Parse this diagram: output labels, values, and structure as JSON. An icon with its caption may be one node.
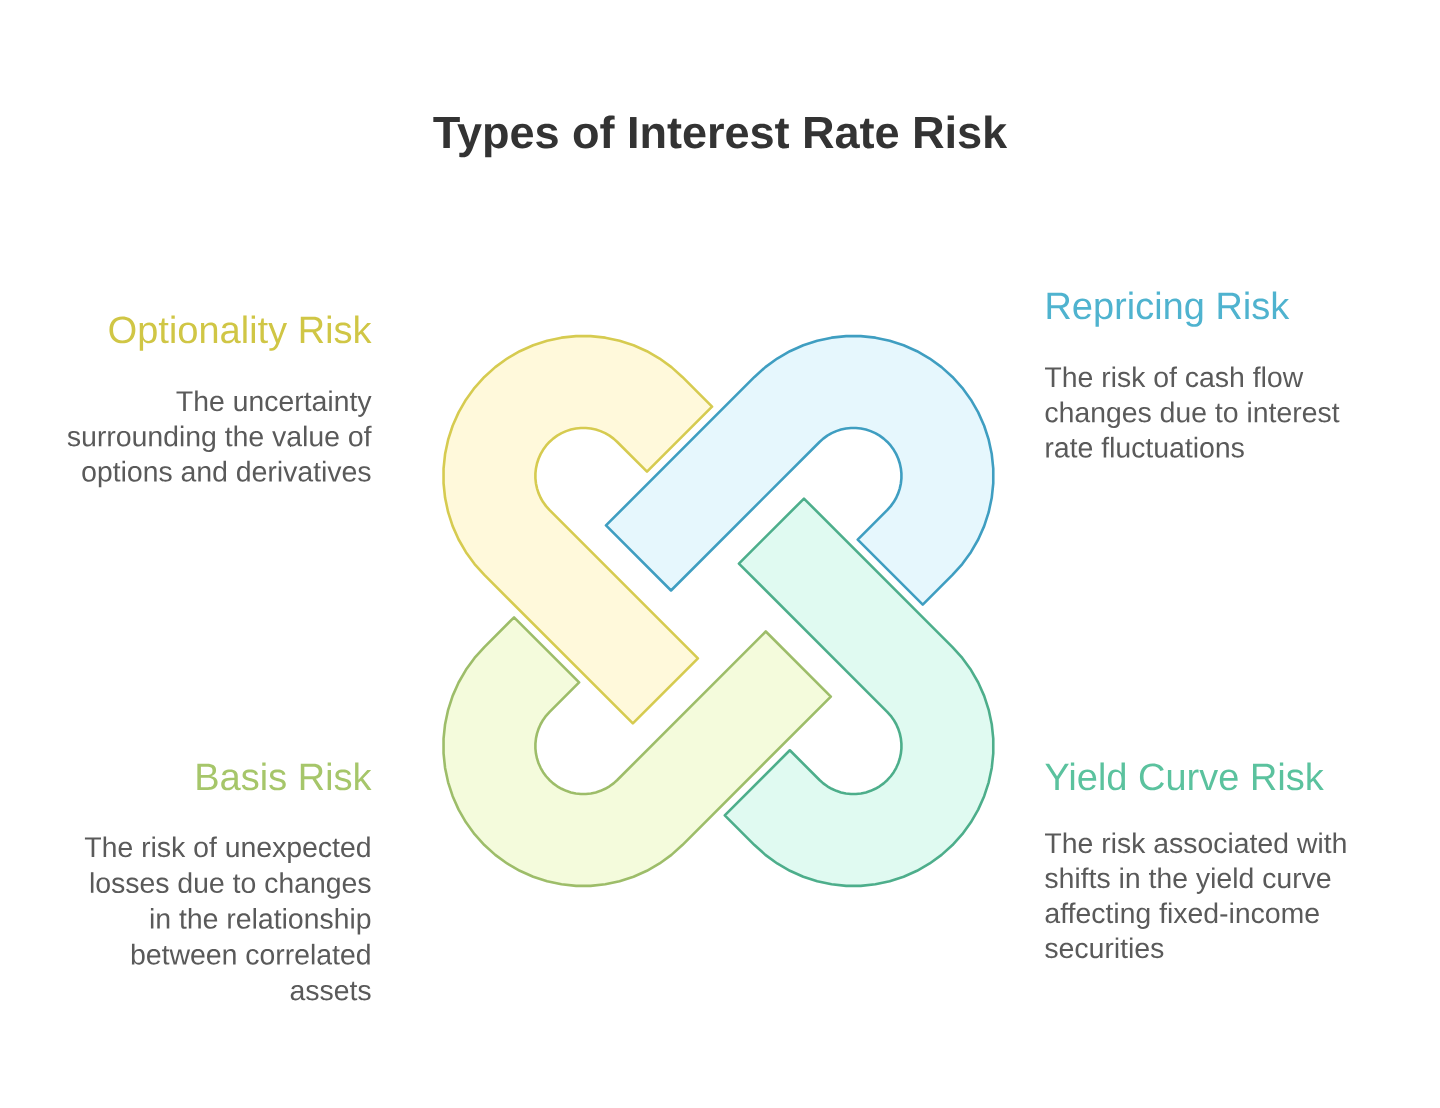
{
  "diagram": {
    "title": "Types of Interest Rate Risk",
    "nodes": [
      {
        "text": [],
        "shape": "hook",
        "beside": [
          "Optionality Risk",
          "The uncertainty surrounding the value of options and derivatives"
        ]
      },
      {
        "text": [],
        "shape": "hook",
        "beside": [
          "Repricing Risk",
          "The risk of cash flow changes due to interest rate fluctuations"
        ]
      },
      {
        "text": [],
        "shape": "hook",
        "beside": [
          "Basis Risk",
          "The risk of unexpected losses due to changes in the relationship between correlated assets"
        ]
      },
      {
        "text": [],
        "shape": "hook",
        "beside": [
          "Yield Curve Risk",
          "The risk associated with shifts in the yield curve affecting fixed-income securities"
        ]
      }
    ]
  }
}
